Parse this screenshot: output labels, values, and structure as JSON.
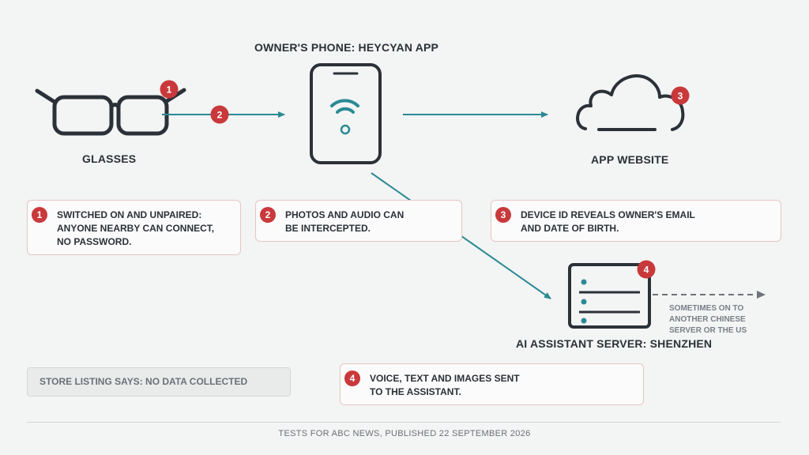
{
  "nodes": {
    "glasses": {
      "label": "GLASSES",
      "badge": "1"
    },
    "phone": {
      "label": "OWNER'S PHONE: HEYCYAN APP"
    },
    "website": {
      "label": "APP WEBSITE",
      "badge": "3"
    },
    "server": {
      "label": "AI ASSISTANT SERVER: SHENZHEN",
      "badge": "4"
    }
  },
  "flows": {
    "glasses_to_phone": {
      "badge": "2"
    },
    "server_onward": {
      "note": "SOMETIMES ON TO\nANOTHER CHINESE\nSERVER OR THE US"
    }
  },
  "callouts": [
    {
      "num": "1",
      "text": "SWITCHED ON AND UNPAIRED:\nANYONE NEARBY CAN CONNECT,\nNO PASSWORD."
    },
    {
      "num": "2",
      "text": "PHOTOS AND AUDIO CAN\nBE INTERCEPTED."
    },
    {
      "num": "3",
      "text": "DEVICE ID REVEALS OWNER'S EMAIL\nAND DATE OF BIRTH."
    },
    {
      "num": "4",
      "text": "VOICE, TEXT AND IMAGES SENT\nTO THE ASSISTANT."
    }
  ],
  "store_note": "STORE LISTING SAYS: NO DATA COLLECTED",
  "footer": "TESTS FOR ABC NEWS, PUBLISHED 22 SEPTEMBER 2026",
  "colors": {
    "accent_teal": "#2a8a93",
    "badge_red": "#c9393b",
    "ink": "#2b3138",
    "card_border": "#e7c5c5"
  }
}
